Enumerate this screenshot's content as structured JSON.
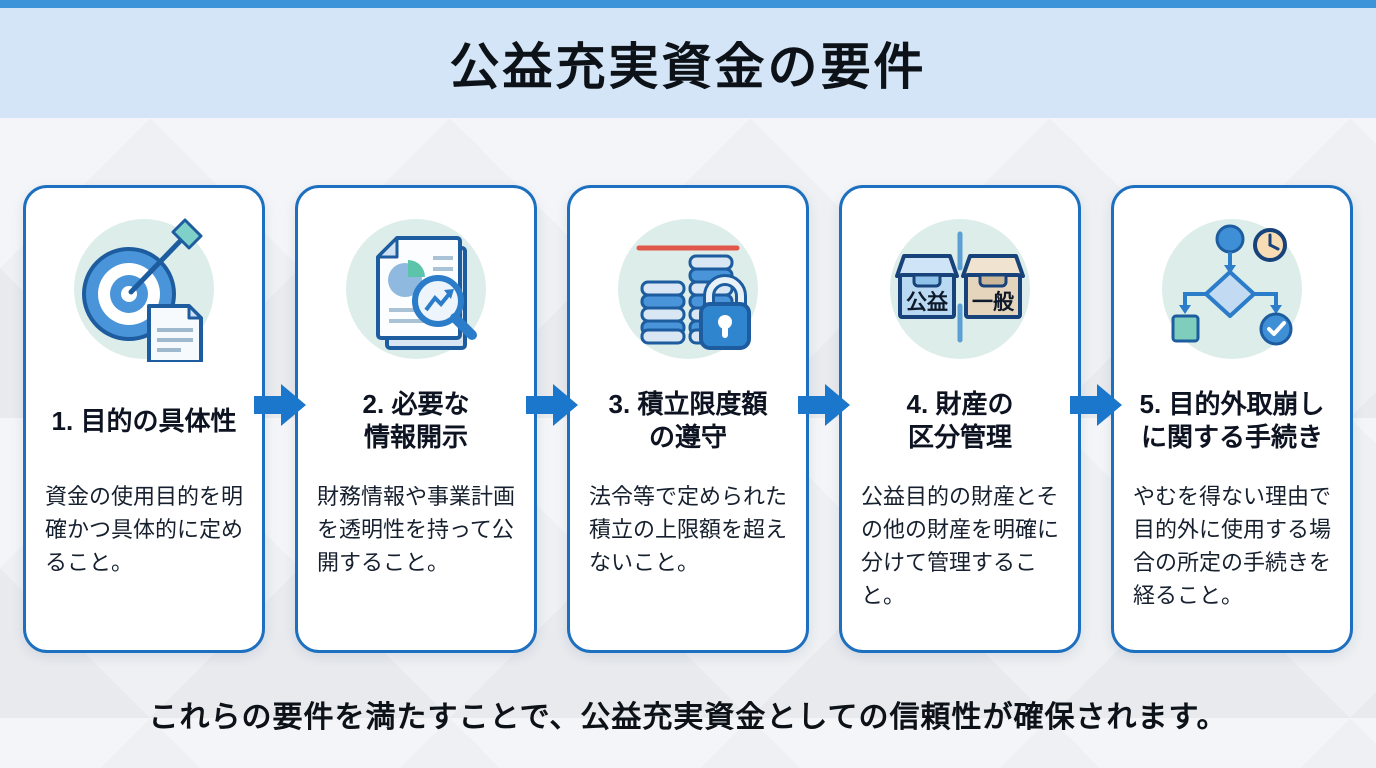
{
  "header": {
    "title": "公益充実資金の要件"
  },
  "cards": [
    {
      "icon": "target-arrow-document-icon",
      "heading": "1. 目的の具体性",
      "body": "資金の使用目的を明確かつ具体的に定めること。"
    },
    {
      "icon": "report-magnifier-icon",
      "heading": "2. 必要な\n情報開示",
      "body": "財務情報や事業計画を透明性を持って公開すること。"
    },
    {
      "icon": "coin-stacks-limit-lock-icon",
      "heading": "3. 積立限度額\nの遵守",
      "body": "法令等で定められた積立の上限額を超えないこと。"
    },
    {
      "icon": "separated-boxes-icon",
      "heading": "4. 財産の\n区分管理",
      "body": "公益目的の財産とその他の財産を明確に分けて管理すること。",
      "box_labels": {
        "left": "公益",
        "right": "一般"
      }
    },
    {
      "icon": "flowchart-clock-icon",
      "heading": "5. 目的外取崩し\nに関する手続き",
      "body": "やむを得ない理由で目的外に使用する場合の所定の手続きを経ること。"
    }
  ],
  "footer": {
    "text": "これらの要件を満たすことで、公益充実資金としての信頼性が確保されます。"
  },
  "colors": {
    "top_strip": "#3d94d8",
    "banner_bg": "#d3e5f7",
    "card_border": "#1d6fbf",
    "arrow": "#1b77cc",
    "limit_line": "#e2574b",
    "title_text": "#0d1218",
    "body_text": "#16202e"
  }
}
